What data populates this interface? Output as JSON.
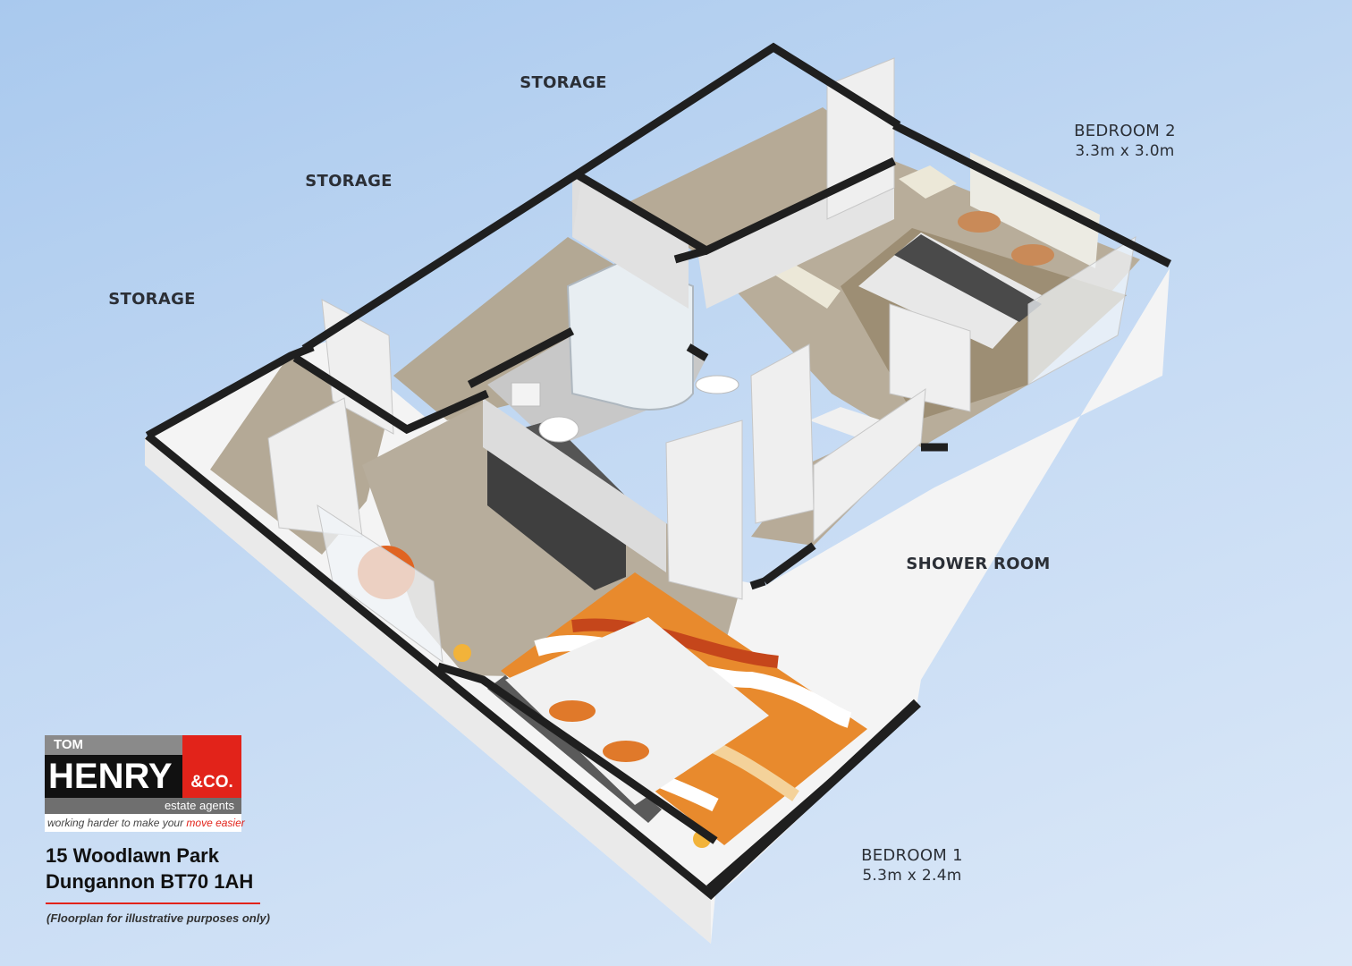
{
  "rooms": [
    {
      "name": "STORAGE"
    },
    {
      "name": "STORAGE"
    },
    {
      "name": "STORAGE"
    },
    {
      "name": "BEDROOM 2",
      "dims": "3.3m x 3.0m"
    },
    {
      "name": "SHOWER ROOM"
    },
    {
      "name": "BEDROOM 1",
      "dims": "5.3m x 2.4m"
    }
  ],
  "branding": {
    "top": "TOM",
    "main": "HENRY",
    "suffix": "&CO.",
    "sub": "estate agents",
    "tagline_start": "working harder to make your ",
    "tagline_highlight": "move easier"
  },
  "address": {
    "line1": "15 Woodlawn Park",
    "line2": "Dungannon BT70 1AH"
  },
  "disclaimer": "(Floorplan for illustrative purposes only)",
  "colors": {
    "accent_red": "#e2231a",
    "wall_top": "#1e1e1e",
    "wall_face": "#f2f2f2",
    "carpet": "#b5aa98",
    "bath_floor": "#c9c9c9"
  }
}
